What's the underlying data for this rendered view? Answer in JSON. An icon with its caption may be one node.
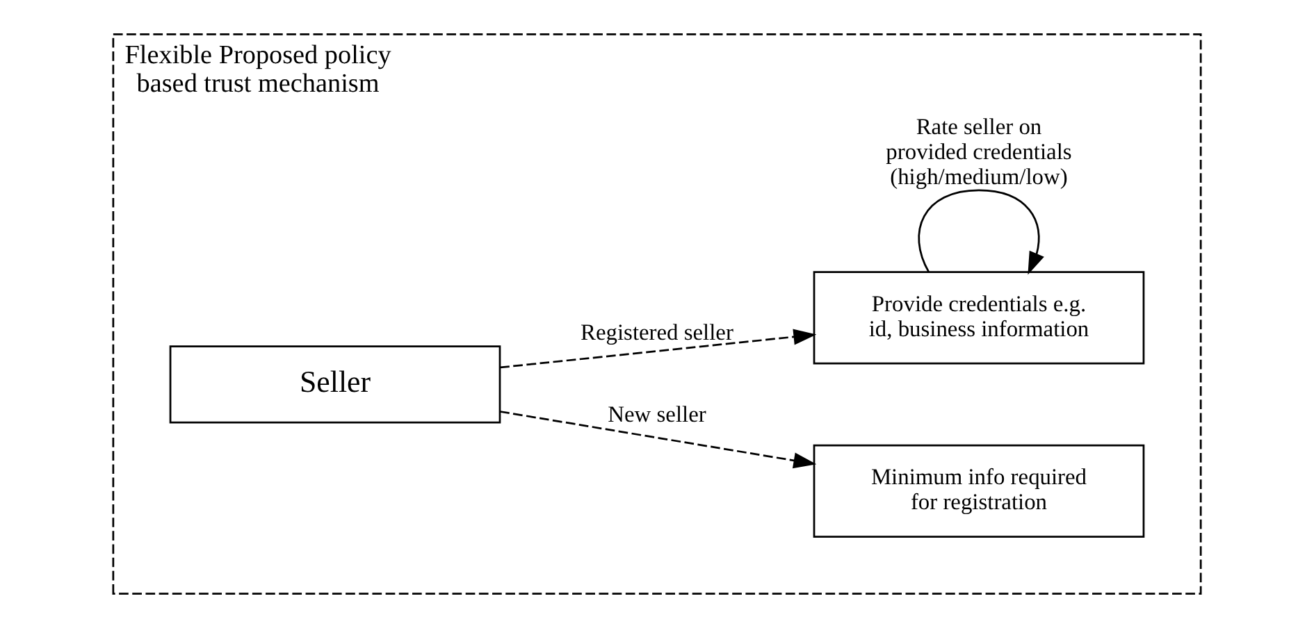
{
  "diagram": {
    "nodes": [
      {
        "text": [
          "Flexible Proposed policy based trust mechanism"
        ]
      },
      {
        "text": [
          "Seller"
        ],
        "in": 0
      },
      {
        "text": [
          "Minimum info required for registration"
        ],
        "in": 0
      },
      {
        "text": [
          "Provide credentials e.g. id, business information"
        ],
        "in": 0
      }
    ],
    "edges": [
      {
        "from": 1,
        "to": 2,
        "arrow": "to",
        "label": "New seller",
        "style": "dashed"
      },
      {
        "from": 1,
        "to": 3,
        "arrow": "to",
        "label": "Registered seller",
        "style": "dashed"
      },
      {
        "from": 3,
        "to": 3,
        "arrow": "to",
        "label": "Rate seller on provided credentials (high/medium/low)"
      }
    ]
  }
}
